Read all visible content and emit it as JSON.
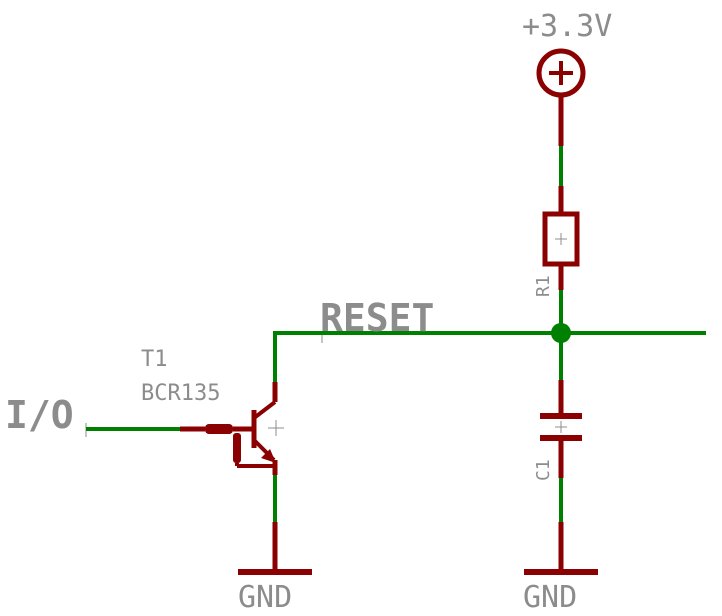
{
  "colors": {
    "wire": "#008000",
    "symbol": "#8b0000",
    "text": "#8c8c8c",
    "background": "#ffffff"
  },
  "labels": {
    "supply": "+3.3V",
    "net_reset": "RESET",
    "port_io": "I/O",
    "transistor_ref": "T1",
    "transistor_value": "BCR135",
    "resistor_ref": "R1",
    "capacitor_ref": "C1",
    "gnd_left": "GND",
    "gnd_right": "GND"
  }
}
